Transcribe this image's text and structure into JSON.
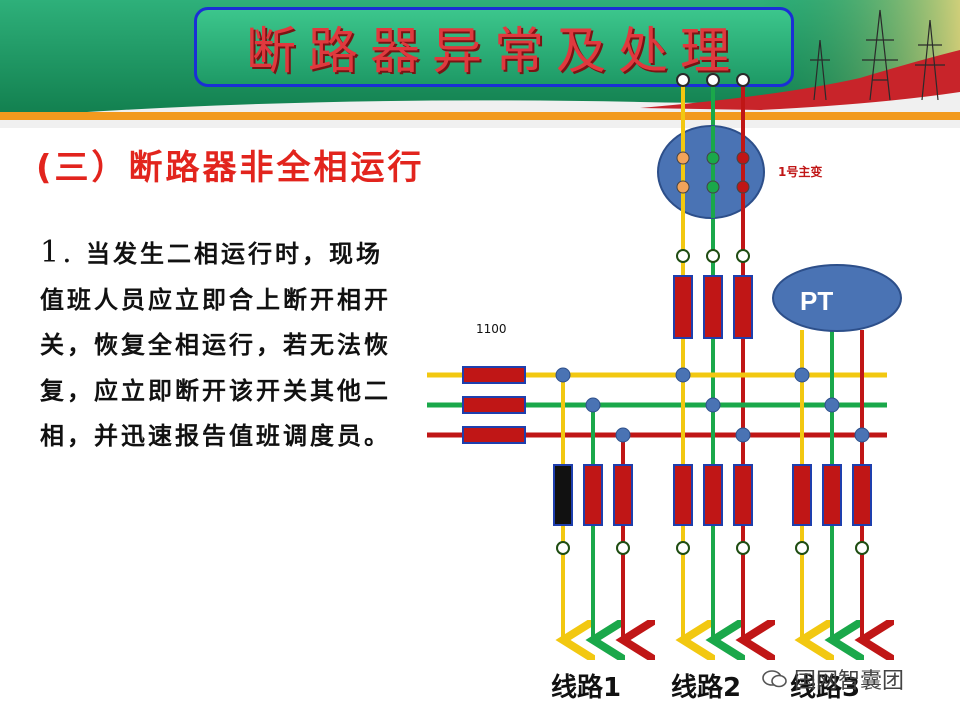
{
  "header": {
    "title": "断路器异常及处理"
  },
  "section": {
    "subtitle": "(三）断路器非全相运行"
  },
  "body": {
    "number": "1.",
    "text": "当发生二相运行时，现场值班人员应立即合上断开相开关，恢复全相运行，若无法恢复，应立即断开该开关其他二相，并迅速报告值班调度员。"
  },
  "diagram": {
    "transformer_label": "1号主变",
    "breaker_label": "1100",
    "pt_label": "PT",
    "lines": [
      "线路1",
      "线路2",
      "线路3"
    ],
    "phase_colors": {
      "yellow": "#f2c811",
      "green": "#1aa84a",
      "red": "#c01616"
    },
    "open_breaker_color": "#111111"
  },
  "watermark": {
    "text": "国网智囊团"
  }
}
